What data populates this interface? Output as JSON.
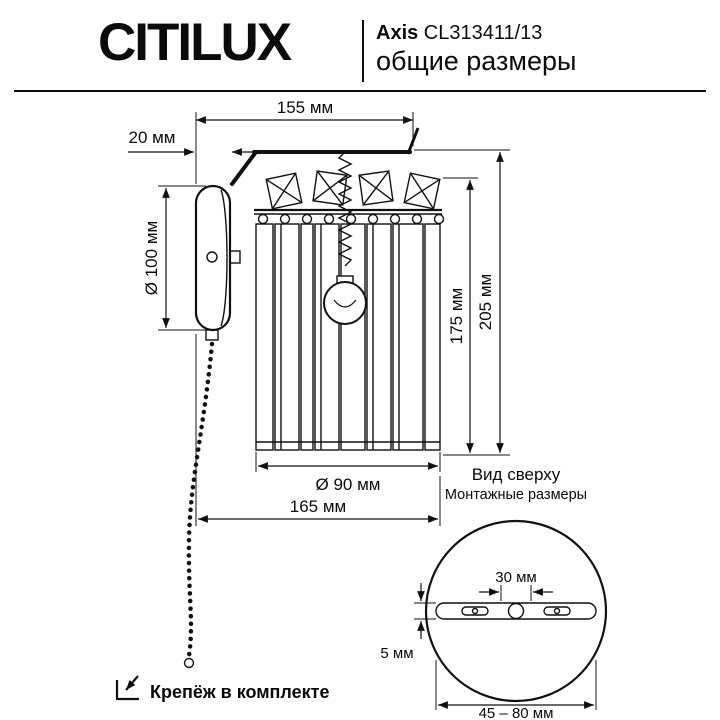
{
  "header": {
    "brand": "CITILUX",
    "model_bold": "Axis",
    "model_rest": " CL313411/13",
    "subtitle": "общие размеры"
  },
  "side_view": {
    "dim_width": "155 мм",
    "dim_wall_offset": "20 мм",
    "dim_plate_diameter": "Ø 100 мм",
    "dim_shade_height": "175 мм",
    "dim_total_height": "205 мм",
    "dim_shade_diameter": "Ø 90 мм",
    "dim_total_depth": "165 мм"
  },
  "top_view": {
    "title": "Вид сверху",
    "subtitle": "Монтажные размеры",
    "dim_hole_spacing": "30 мм",
    "dim_slot_height": "5 мм",
    "dim_mount_range": "45 – 80 мм"
  },
  "footer": {
    "note": "Крепёж в комплекте"
  }
}
